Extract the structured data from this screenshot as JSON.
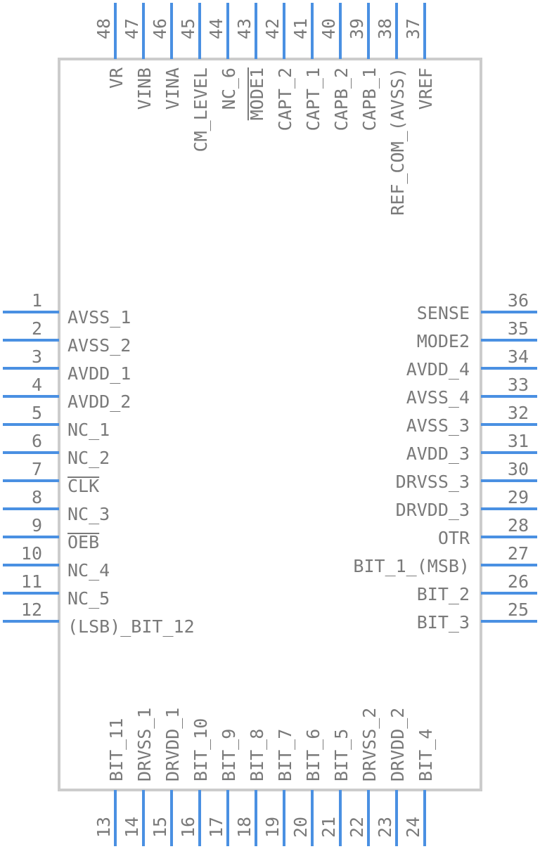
{
  "colors": {
    "pin": "#4a90e2",
    "body": "#cccccc",
    "text": "#7a7a7a",
    "background": "#ffffff"
  },
  "pins": {
    "left": [
      {
        "num": "1",
        "name": "AVSS_1"
      },
      {
        "num": "2",
        "name": "AVSS_2"
      },
      {
        "num": "3",
        "name": "AVDD_1"
      },
      {
        "num": "4",
        "name": "AVDD_2"
      },
      {
        "num": "5",
        "name": "NC_1"
      },
      {
        "num": "6",
        "name": "NC_2"
      },
      {
        "num": "7",
        "name": "CLK",
        "overbar": true
      },
      {
        "num": "8",
        "name": "NC_3"
      },
      {
        "num": "9",
        "name": "OEB",
        "overbar": true
      },
      {
        "num": "10",
        "name": "NC_4"
      },
      {
        "num": "11",
        "name": "NC_5"
      },
      {
        "num": "12",
        "name": "(LSB)_BIT_12"
      }
    ],
    "right": [
      {
        "num": "36",
        "name": "SENSE"
      },
      {
        "num": "35",
        "name": "MODE2"
      },
      {
        "num": "34",
        "name": "AVDD_4"
      },
      {
        "num": "33",
        "name": "AVSS_4"
      },
      {
        "num": "32",
        "name": "AVSS_3"
      },
      {
        "num": "31",
        "name": "AVDD_3"
      },
      {
        "num": "30",
        "name": "DRVSS_3"
      },
      {
        "num": "29",
        "name": "DRVDD_3"
      },
      {
        "num": "28",
        "name": "OTR"
      },
      {
        "num": "27",
        "name": "BIT_1_(MSB)"
      },
      {
        "num": "26",
        "name": "BIT_2"
      },
      {
        "num": "25",
        "name": "BIT_3"
      }
    ],
    "top": [
      {
        "num": "48",
        "name": "VR"
      },
      {
        "num": "47",
        "name": "VINB"
      },
      {
        "num": "46",
        "name": "VINA"
      },
      {
        "num": "45",
        "name": "CM_LEVEL"
      },
      {
        "num": "44",
        "name": "NC_6"
      },
      {
        "num": "43",
        "name": "MODE1",
        "overbar": true
      },
      {
        "num": "42",
        "name": "CAPT_2"
      },
      {
        "num": "41",
        "name": "CAPT_1"
      },
      {
        "num": "40",
        "name": "CAPB_2"
      },
      {
        "num": "39",
        "name": "CAPB_1"
      },
      {
        "num": "38",
        "name": "REF_COM_(AVSS)"
      },
      {
        "num": "37",
        "name": "VREF"
      }
    ],
    "bottom": [
      {
        "num": "13",
        "name": "BIT_11"
      },
      {
        "num": "14",
        "name": "DRVSS_1"
      },
      {
        "num": "15",
        "name": "DRVDD_1"
      },
      {
        "num": "16",
        "name": "BIT_10"
      },
      {
        "num": "17",
        "name": "BIT_9"
      },
      {
        "num": "18",
        "name": "BIT_8"
      },
      {
        "num": "19",
        "name": "BIT_7"
      },
      {
        "num": "20",
        "name": "BIT_6"
      },
      {
        "num": "21",
        "name": "BIT_5"
      },
      {
        "num": "22",
        "name": "DRVSS_2"
      },
      {
        "num": "23",
        "name": "DRVDD_2"
      },
      {
        "num": "24",
        "name": "BIT_4"
      }
    ]
  }
}
